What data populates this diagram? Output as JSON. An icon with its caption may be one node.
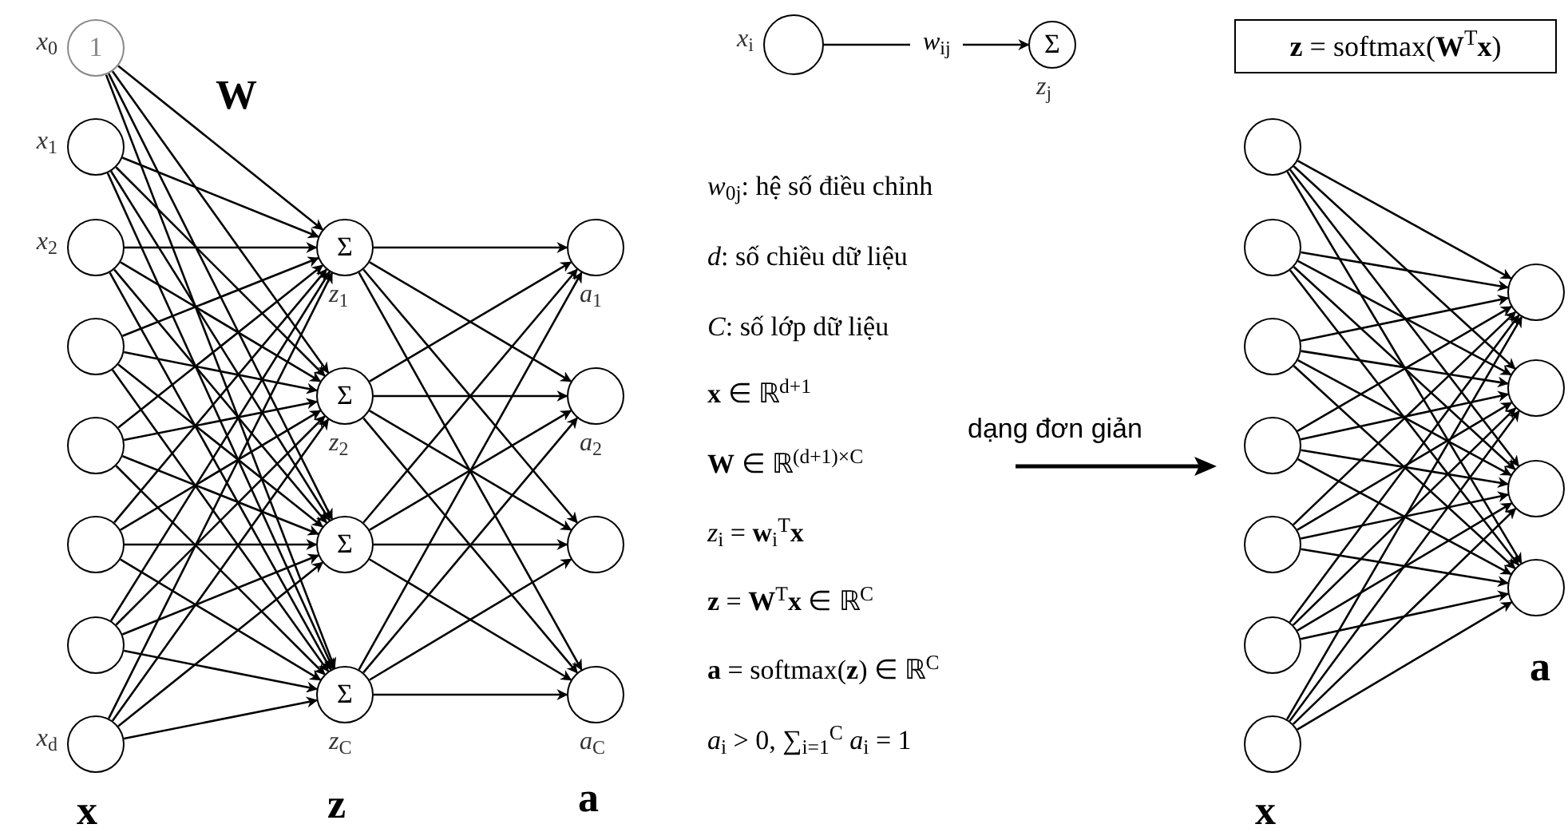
{
  "diagram": {
    "nodes": [
      {
        "text": [
          "1"
        ],
        "beside": [
          "*x*$_{0}$"
        ]
      },
      {
        "text": [],
        "shape": "circle",
        "beside": [
          "*x*$_{1}$"
        ]
      },
      {
        "text": [],
        "shape": "circle",
        "beside": [
          "*x*$_{2}$"
        ]
      },
      {
        "text": [],
        "shape": "circle"
      },
      {
        "text": [],
        "shape": "circle"
      },
      {
        "text": [],
        "shape": "circle"
      },
      {
        "text": [],
        "shape": "circle"
      },
      {
        "text": [],
        "shape": "circle",
        "beside": [
          "*x*$_{d}$"
        ]
      },
      {
        "text": [
          "Σ"
        ],
        "beside": [
          "*z*$_{1}$"
        ]
      },
      {
        "text": [
          "Σ"
        ],
        "beside": [
          "*z*$_{2}$"
        ]
      },
      {
        "text": [
          "Σ"
        ]
      },
      {
        "text": [
          "Σ"
        ],
        "beside": [
          "*z*$_{C}$"
        ]
      },
      {
        "text": [],
        "shape": "circle",
        "beside": [
          "*a*$_{1}$"
        ]
      },
      {
        "text": [],
        "shape": "circle",
        "beside": [
          "*a*$_{2}$"
        ]
      },
      {
        "text": [],
        "shape": "circle"
      },
      {
        "text": [],
        "shape": "circle",
        "beside": [
          "*a*$_{C}$"
        ]
      },
      {
        "text": [],
        "shape": "circle",
        "beside": [
          "*x*$_{i}$"
        ]
      },
      {
        "text": [
          "Σ"
        ],
        "beside": [
          "*z*$_{j}$"
        ]
      },
      {
        "text": [
          "**z** = softmax(**W**$^{T}$**x**)"
        ]
      },
      {
        "text": [],
        "shape": "circle"
      },
      {
        "text": [],
        "shape": "circle"
      },
      {
        "text": [],
        "shape": "circle"
      },
      {
        "text": [],
        "shape": "circle"
      },
      {
        "text": [],
        "shape": "circle"
      },
      {
        "text": [],
        "shape": "circle"
      },
      {
        "text": [],
        "shape": "circle"
      },
      {
        "text": [],
        "shape": "circle"
      },
      {
        "text": [],
        "shape": "circle"
      },
      {
        "text": [],
        "shape": "circle"
      },
      {
        "text": [],
        "shape": "circle"
      }
    ],
    "edges": [
      {
        "from": 0,
        "to": 8,
        "arrow": "to"
      },
      {
        "from": 0,
        "to": 9,
        "arrow": "to"
      },
      {
        "from": 0,
        "to": 10,
        "arrow": "to"
      },
      {
        "from": 0,
        "to": 11,
        "arrow": "to"
      },
      {
        "from": 1,
        "to": 8,
        "arrow": "to"
      },
      {
        "from": 1,
        "to": 9,
        "arrow": "to"
      },
      {
        "from": 1,
        "to": 10,
        "arrow": "to"
      },
      {
        "from": 1,
        "to": 11,
        "arrow": "to"
      },
      {
        "from": 2,
        "to": 8,
        "arrow": "to"
      },
      {
        "from": 2,
        "to": 9,
        "arrow": "to"
      },
      {
        "from": 2,
        "to": 10,
        "arrow": "to"
      },
      {
        "from": 2,
        "to": 11,
        "arrow": "to"
      },
      {
        "from": 3,
        "to": 8,
        "arrow": "to"
      },
      {
        "from": 3,
        "to": 9,
        "arrow": "to"
      },
      {
        "from": 3,
        "to": 10,
        "arrow": "to"
      },
      {
        "from": 3,
        "to": 11,
        "arrow": "to"
      },
      {
        "from": 4,
        "to": 8,
        "arrow": "to"
      },
      {
        "from": 4,
        "to": 9,
        "arrow": "to"
      },
      {
        "from": 4,
        "to": 10,
        "arrow": "to"
      },
      {
        "from": 4,
        "to": 11,
        "arrow": "to"
      },
      {
        "from": 5,
        "to": 8,
        "arrow": "to"
      },
      {
        "from": 5,
        "to": 9,
        "arrow": "to"
      },
      {
        "from": 5,
        "to": 10,
        "arrow": "to"
      },
      {
        "from": 5,
        "to": 11,
        "arrow": "to"
      },
      {
        "from": 6,
        "to": 8,
        "arrow": "to"
      },
      {
        "from": 6,
        "to": 9,
        "arrow": "to"
      },
      {
        "from": 6,
        "to": 10,
        "arrow": "to"
      },
      {
        "from": 6,
        "to": 11,
        "arrow": "to"
      },
      {
        "from": 7,
        "to": 8,
        "arrow": "to"
      },
      {
        "from": 7,
        "to": 9,
        "arrow": "to"
      },
      {
        "from": 7,
        "to": 10,
        "arrow": "to"
      },
      {
        "from": 7,
        "to": 11,
        "arrow": "to"
      },
      {
        "from": 8,
        "to": 12,
        "arrow": "to"
      },
      {
        "from": 8,
        "to": 13,
        "arrow": "to"
      },
      {
        "from": 8,
        "to": 14,
        "arrow": "to"
      },
      {
        "from": 8,
        "to": 15,
        "arrow": "to"
      },
      {
        "from": 9,
        "to": 12,
        "arrow": "to"
      },
      {
        "from": 9,
        "to": 13,
        "arrow": "to"
      },
      {
        "from": 9,
        "to": 14,
        "arrow": "to"
      },
      {
        "from": 9,
        "to": 15,
        "arrow": "to"
      },
      {
        "from": 10,
        "to": 12,
        "arrow": "to"
      },
      {
        "from": 10,
        "to": 13,
        "arrow": "to"
      },
      {
        "from": 10,
        "to": 14,
        "arrow": "to"
      },
      {
        "from": 10,
        "to": 15,
        "arrow": "to"
      },
      {
        "from": 11,
        "to": 12,
        "arrow": "to"
      },
      {
        "from": 11,
        "to": 13,
        "arrow": "to"
      },
      {
        "from": 11,
        "to": 14,
        "arrow": "to"
      },
      {
        "from": 11,
        "to": 15,
        "arrow": "to"
      },
      {
        "from": 16,
        "to": 17,
        "arrow": "to",
        "label": "*w*$_{ij}$"
      },
      {
        "from": 19,
        "to": 26,
        "arrow": "to"
      },
      {
        "from": 19,
        "to": 27,
        "arrow": "to"
      },
      {
        "from": 19,
        "to": 28,
        "arrow": "to"
      },
      {
        "from": 19,
        "to": 29,
        "arrow": "to"
      },
      {
        "from": 20,
        "to": 26,
        "arrow": "to"
      },
      {
        "from": 20,
        "to": 27,
        "arrow": "to"
      },
      {
        "from": 20,
        "to": 28,
        "arrow": "to"
      },
      {
        "from": 20,
        "to": 29,
        "arrow": "to"
      },
      {
        "from": 21,
        "to": 26,
        "arrow": "to"
      },
      {
        "from": 21,
        "to": 27,
        "arrow": "to"
      },
      {
        "from": 21,
        "to": 28,
        "arrow": "to"
      },
      {
        "from": 21,
        "to": 29,
        "arrow": "to"
      },
      {
        "from": 22,
        "to": 26,
        "arrow": "to"
      },
      {
        "from": 22,
        "to": 27,
        "arrow": "to"
      },
      {
        "from": 22,
        "to": 28,
        "arrow": "to"
      },
      {
        "from": 22,
        "to": 29,
        "arrow": "to"
      },
      {
        "from": 23,
        "to": 26,
        "arrow": "to"
      },
      {
        "from": 23,
        "to": 27,
        "arrow": "to"
      },
      {
        "from": 23,
        "to": 28,
        "arrow": "to"
      },
      {
        "from": 23,
        "to": 29,
        "arrow": "to"
      },
      {
        "from": 24,
        "to": 26,
        "arrow": "to"
      },
      {
        "from": 24,
        "to": 27,
        "arrow": "to"
      },
      {
        "from": 24,
        "to": 28,
        "arrow": "to"
      },
      {
        "from": 24,
        "to": 29,
        "arrow": "to"
      },
      {
        "from": 25,
        "to": 26,
        "arrow": "to"
      },
      {
        "from": 25,
        "to": 27,
        "arrow": "to"
      },
      {
        "from": 25,
        "to": 28,
        "arrow": "to"
      },
      {
        "from": 25,
        "to": 29,
        "arrow": "to"
      }
    ],
    "labels": [
      "W",
      "x",
      "z",
      "a",
      "*w*$_{0j}$: hệ số điều chỉnh",
      "*d*: số chiều dữ liệu",
      "*C*: số lớp dữ liệu",
      "**x** ∈ ℝ$^{d+1}$",
      "**W** ∈ ℝ$^{(d+1)×C}$",
      "*z*$_{i}$ = **w**$_{i}$$^{T}$**x**",
      "**z** = **W**$^{T}$**x** ∈ ℝ$^{C}$",
      "**a** = softmax(**z**) ∈ ℝ$^{C}$",
      "*a*$_{i}$ > 0,  ∑$_{i=1}$$^{C}$ *a*$_{i}$ = 1",
      "dạng đơn giản",
      "a",
      "x"
    ]
  }
}
